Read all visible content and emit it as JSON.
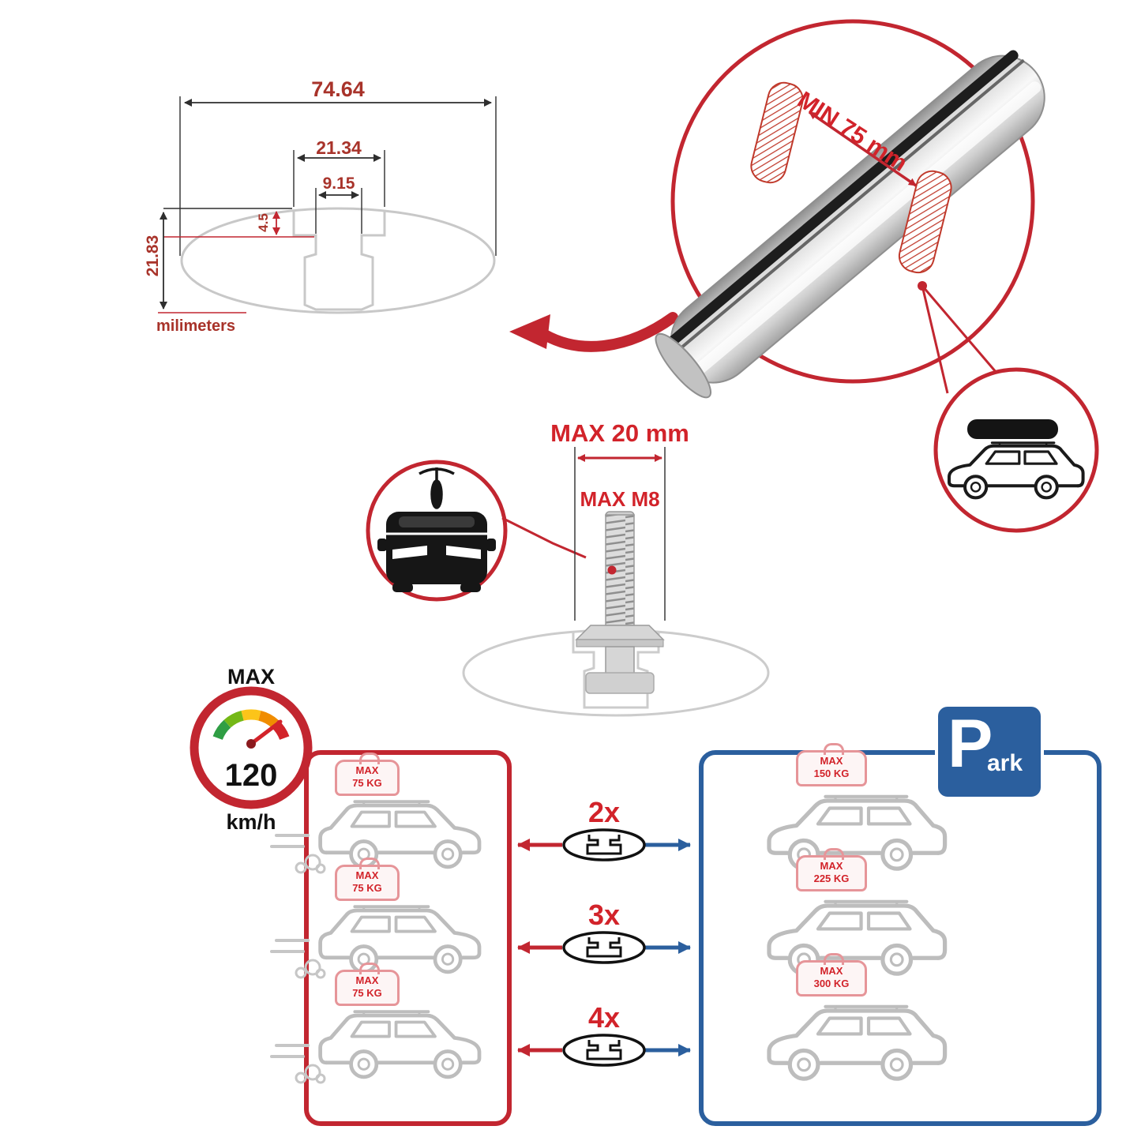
{
  "colors": {
    "accent_red": "#c22630",
    "label_red": "#d2232a",
    "dim_red": "#a8332a",
    "accent_blue": "#2b5f9e",
    "outline_gray": "#c8c8c8"
  },
  "dimension_diagram": {
    "total_width": "74.64",
    "slot_outer_width": "21.34",
    "slot_inner_width": "9.15",
    "slot_depth": "4.5",
    "total_height": "21.83",
    "units_label": "milimeters"
  },
  "bar_detail": {
    "min_clearance_label": "MIN 75 mm"
  },
  "bolt_detail": {
    "max_width_label": "MAX 20 mm",
    "max_thread_label": "MAX M8"
  },
  "speed_limit": {
    "label": "MAX",
    "value": "120",
    "unit": "km/h"
  },
  "crossbar_options": {
    "multipliers": [
      "2x",
      "3x",
      "4x"
    ]
  },
  "left_panel": {
    "cars": [
      {
        "label": "MAX",
        "value": "75 KG"
      },
      {
        "label": "MAX",
        "value": "75 KG"
      },
      {
        "label": "MAX",
        "value": "75 KG"
      }
    ]
  },
  "right_panel": {
    "cars": [
      {
        "label": "MAX",
        "value": "150 KG"
      },
      {
        "label": "MAX",
        "value": "225 KG"
      },
      {
        "label": "MAX",
        "value": "300 KG"
      }
    ],
    "park_sign": {
      "letter": "P",
      "suffix": "ark"
    }
  }
}
